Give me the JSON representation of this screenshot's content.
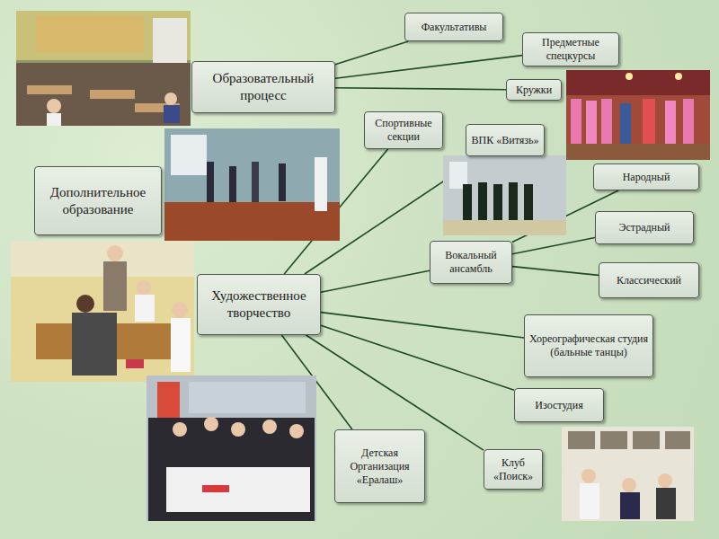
{
  "diagram": {
    "nodes": [
      {
        "text": [
          "Образовательный процесс"
        ]
      },
      {
        "text": [
          "Факультативы"
        ]
      },
      {
        "text": [
          "Предметные спецкурсы"
        ]
      },
      {
        "text": [
          "Кружки"
        ]
      },
      {
        "text": [
          "Дополнительное образование"
        ]
      },
      {
        "text": [
          "Спортивные секции"
        ]
      },
      {
        "text": [
          "ВПК «Витязь»"
        ]
      },
      {
        "text": [
          "Художественное творчество"
        ]
      },
      {
        "text": [
          "Вокальный ансамбль"
        ]
      },
      {
        "text": [
          "Народный"
        ]
      },
      {
        "text": [
          "Эстрадный"
        ]
      },
      {
        "text": [
          "Классический"
        ]
      },
      {
        "text": [
          "Хореографическая студия (бальные танцы)"
        ]
      },
      {
        "text": [
          "Изостудия"
        ]
      },
      {
        "text": [
          "Детская Организация «Ералаш»"
        ]
      },
      {
        "text": [
          "Клуб «Поиск»"
        ]
      }
    ],
    "edges": [
      {
        "from": 0,
        "to": 1,
        "arrow": "none"
      },
      {
        "from": 0,
        "to": 2,
        "arrow": "none"
      },
      {
        "from": 0,
        "to": 3,
        "arrow": "none"
      },
      {
        "from": 7,
        "to": 5,
        "arrow": "none"
      },
      {
        "from": 7,
        "to": 6,
        "arrow": "none"
      },
      {
        "from": 7,
        "to": 8,
        "arrow": "none"
      },
      {
        "from": 8,
        "to": 9,
        "arrow": "none"
      },
      {
        "from": 8,
        "to": 10,
        "arrow": "none"
      },
      {
        "from": 8,
        "to": 11,
        "arrow": "none"
      },
      {
        "from": 7,
        "to": 12,
        "arrow": "none"
      },
      {
        "from": 7,
        "to": 13,
        "arrow": "none"
      },
      {
        "from": 7,
        "to": 14,
        "arrow": "none"
      },
      {
        "from": 7,
        "to": 15,
        "arrow": "none"
      }
    ]
  }
}
